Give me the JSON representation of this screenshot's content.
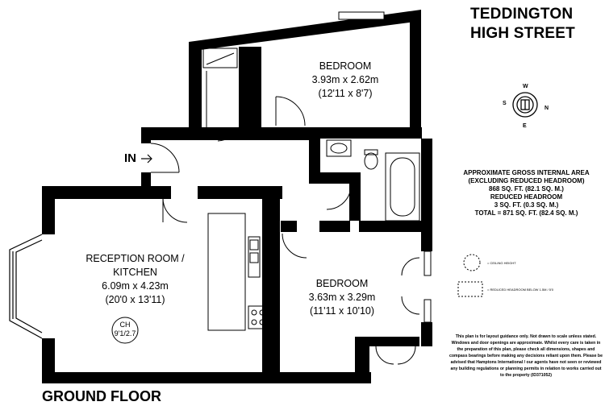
{
  "title": {
    "line1": "TEDDINGTON",
    "line2": "HIGH STREET"
  },
  "floor_label": "GROUND FLOOR",
  "entrance_label": "IN",
  "rooms": {
    "bedroom_top": {
      "name": "BEDROOM",
      "metric": "3.93m x 2.62m",
      "imperial": "(12'11 x 8'7)"
    },
    "reception": {
      "name_line1": "RECEPTION ROOM /",
      "name_line2": "KITCHEN",
      "metric": "6.09m x 4.23m",
      "imperial": "(20'0 x 13'11)"
    },
    "bedroom_bottom": {
      "name": "BEDROOM",
      "metric": "3.63m x 3.29m",
      "imperial": "(11'11 x 10'10)"
    }
  },
  "ceiling_height": {
    "label": "CH",
    "value": "9'1/2.7"
  },
  "compass": {
    "n": "N",
    "s": "S",
    "e": "E",
    "w": "W"
  },
  "area_info": {
    "line1": "APPROXIMATE GROSS INTERNAL AREA",
    "line2": "(EXCLUDING REDUCED HEADROOM)",
    "line3": "868 SQ. FT. (82.1 SQ. M.)",
    "line4": "REDUCED HEADROOM",
    "line5": "3 SQ. FT. (0.3 SQ. M.)",
    "line6": "TOTAL = 871 SQ. FT. (82.4 SQ. M.)"
  },
  "legend": {
    "ceiling_height": "= CEILING HEIGHT",
    "reduced_headroom": "= REDUCED HEADROOM BELOW 1.5M / 5'0"
  },
  "disclaimer": "This plan is for layout guidance only. Not drawn to scale unless stated. Windows and door openings are approximate. Whilst every care is taken in the preparation of this plan, please check all dimensions, shapes and compass bearings before making any decisions reliant upon them. Please be advised that Hamptons International / our agents have not seen or reviewed any building regulations or planning permits in relation to works carried out to the property (ID371052)",
  "colors": {
    "wall": "#000000",
    "background": "#ffffff",
    "fixture": "#555555"
  }
}
